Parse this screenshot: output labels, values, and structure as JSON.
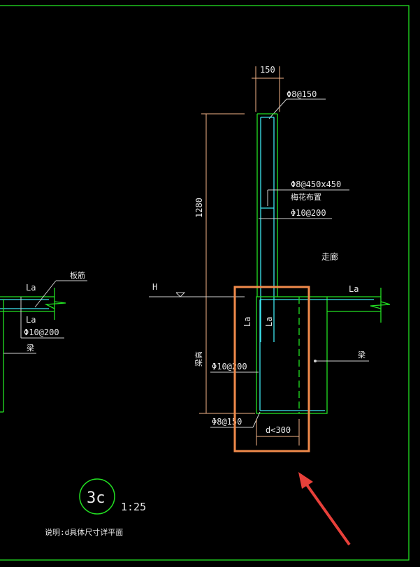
{
  "drawing": {
    "dim_top": "150",
    "dim_height": "1280",
    "dim_width": "d<300",
    "rebar_top": "Φ8@150",
    "rebar_tie": "Φ8@450x450",
    "rebar_tie_note": "梅花布置",
    "rebar_wall": "Φ10@200",
    "corridor": "走廊",
    "level_mark": "H",
    "la_right": "La",
    "la_vertical_1": "La",
    "la_vertical_2": "La",
    "beam_right": "梁",
    "beam_height": "梁高",
    "rebar_beam_side": "Φ10@200",
    "rebar_beam_stirrup": "Φ8@150",
    "left": {
      "la_top": "La",
      "la_bottom": "La",
      "rebar": "Φ10@200",
      "slab_bar": "板筋",
      "beam": "梁"
    },
    "detail_id": "3c",
    "scale": "1:25",
    "caption": "说明:d具体尺寸详平面"
  },
  "colors": {
    "frame": "#22e022",
    "rebar": "#3ee6f0",
    "highlight": "#f08a4b",
    "arrow": "#e8403a"
  }
}
